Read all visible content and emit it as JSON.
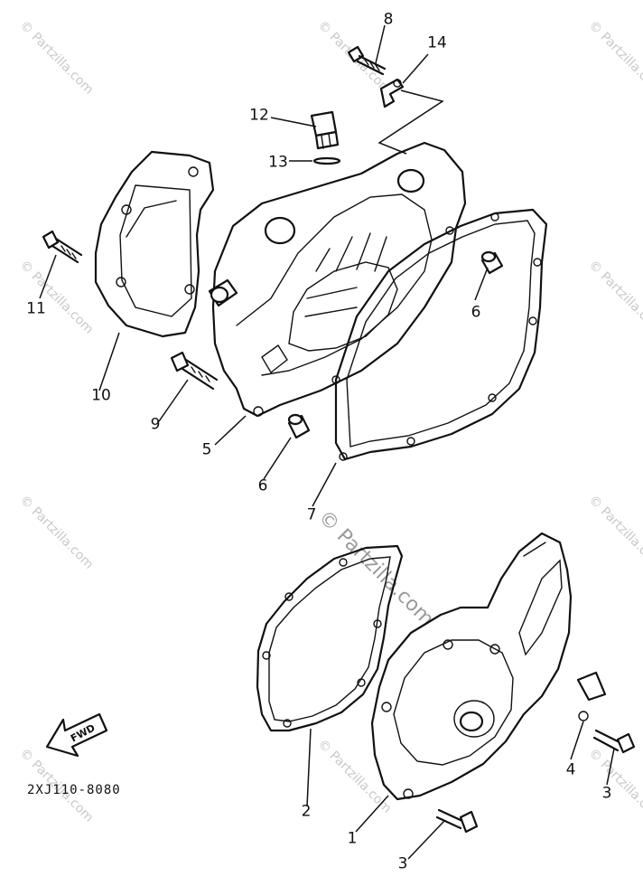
{
  "diagram": {
    "part_code": "2XJ110-8080",
    "fwd_label": "FWD",
    "watermark": "© Partzilla.com",
    "callouts": {
      "c1": "1",
      "c2": "2",
      "c3a": "3",
      "c3b": "3",
      "c4": "4",
      "c5": "5",
      "c6a": "6",
      "c6b": "6",
      "c7": "7",
      "c8": "8",
      "c9": "9",
      "c10": "10",
      "c11": "11",
      "c12": "12",
      "c13": "13",
      "c14": "14"
    }
  }
}
